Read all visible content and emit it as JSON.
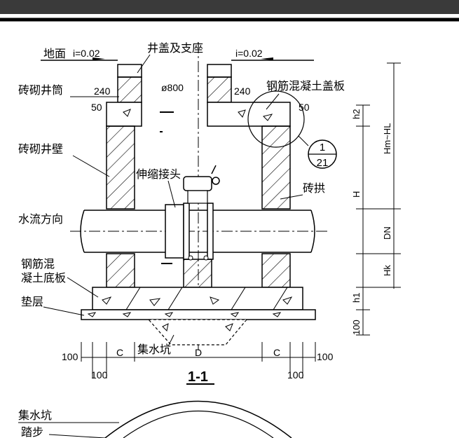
{
  "labels": {
    "ground": "地面",
    "slope_left": "i=0.02",
    "slope_right": "i=0.02",
    "cover_seat": "井盖及支座",
    "brick_shaft": "砖砌井筒",
    "rc_cover_slab": "钢筋混凝土盖板",
    "brick_wall": "砖砌井壁",
    "expansion_joint": "伸缩接头",
    "brick_arch": "砖拱",
    "flow_direction": "水流方向",
    "rc_bottom_slab_1": "钢筋混",
    "rc_bottom_slab_2": "凝土底板",
    "cushion": "垫层",
    "sump": "集水坑",
    "sump_plan": "集水坑",
    "step": "踏步"
  },
  "dimensions": {
    "d240_left": "240",
    "d240_right": "240",
    "phi800": "ø800",
    "d50_left": "50",
    "d50_right": "50",
    "h2": "h2",
    "hm_hl": "Hm~HL",
    "H": "H",
    "DN": "DN",
    "Hk": "Hk",
    "h1": "h1",
    "d100_vertical": "100",
    "d100_bottom_left_upper": "100",
    "d100_bottom_left_lower": "100",
    "C_left": "C",
    "D": "D",
    "C_right": "C",
    "d100_bottom_right_upper": "100",
    "d100_bottom_right_lower": "100"
  },
  "detail_callout": {
    "number": "1",
    "sheet": "21"
  },
  "section_title": "1-1",
  "colors": {
    "line": "#000000",
    "background": "#ffffff"
  }
}
